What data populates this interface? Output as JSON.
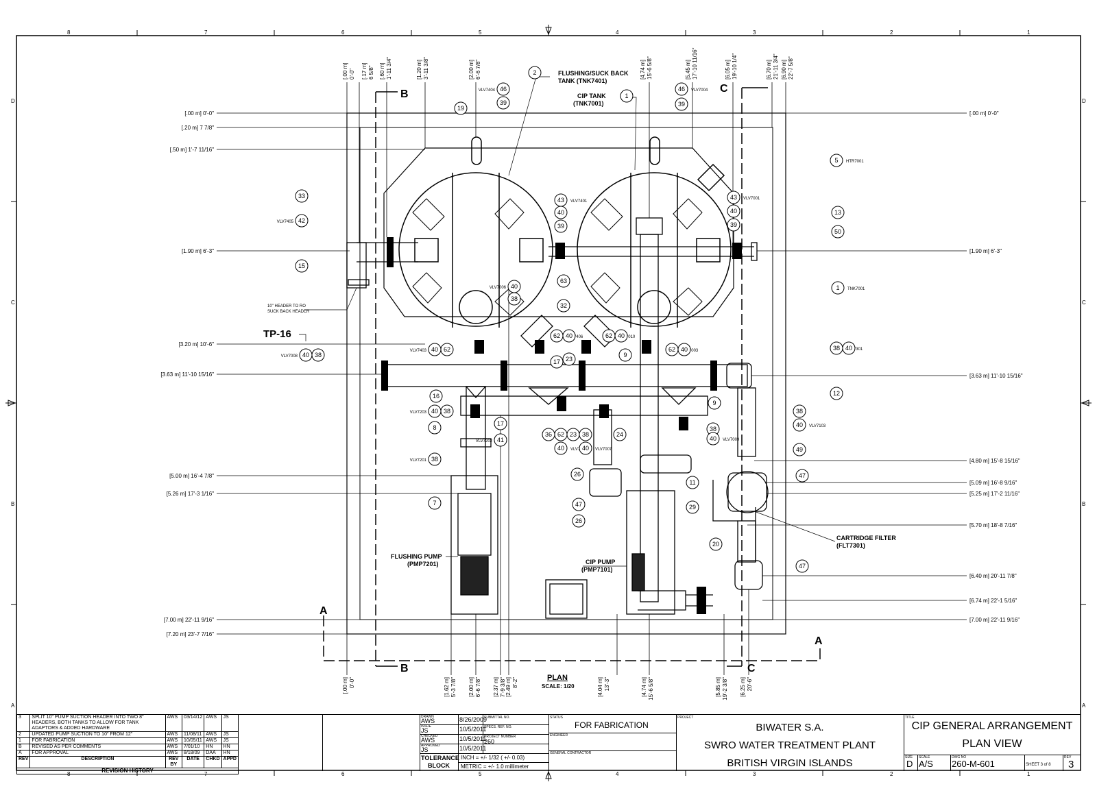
{
  "zones": {
    "cols": [
      "8",
      "7",
      "6",
      "5",
      "4",
      "3",
      "2",
      "1"
    ],
    "rows": [
      "D",
      "C",
      "B",
      "A"
    ]
  },
  "plan": {
    "title": "PLAN",
    "scale": "SCALE: 1/20",
    "tag": "TP-16"
  },
  "sections": {
    "a": "A",
    "b": "B",
    "c": "C"
  },
  "top_dims": [
    {
      "m": "[.00 m]",
      "ft": "0'-0\""
    },
    {
      "m": "[.17 m]",
      "ft": "6 5/8\""
    },
    {
      "m": "[.60 m]",
      "ft": "1'-11 3/4\""
    },
    {
      "m": "[1.20 m]",
      "ft": "3'-11 3/8\""
    },
    {
      "m": "[2.00 m]",
      "ft": "6'-6 7/8\""
    },
    {
      "m": "[4.74 m]",
      "ft": "15'-6 5/8\""
    },
    {
      "m": "[5.45 m]",
      "ft": "17'-10 11/16\""
    },
    {
      "m": "[6.05 m]",
      "ft": "19'-10 1/4\""
    },
    {
      "m": "[6.70 m]",
      "ft": "21'-11 3/4\""
    },
    {
      "m": "[6.90 m]",
      "ft": "22'-7 5/8\""
    }
  ],
  "bottom_dims": [
    {
      "m": "[.00 m]",
      "ft": "0'-0\""
    },
    {
      "m": "[1.62 m]",
      "ft": "5'-3 7/8\""
    },
    {
      "m": "[2.00 m]",
      "ft": "6'-6 7/8\""
    },
    {
      "m": "[2.37 m]",
      "ft": "7'-9 3/8\""
    },
    {
      "m": "[2.49 m]",
      "ft": "8'-2\""
    },
    {
      "m": "[4.04 m]",
      "ft": "13'-3\""
    },
    {
      "m": "[4.74 m]",
      "ft": "15'-6 5/8\""
    },
    {
      "m": "[5.85 m]",
      "ft": "19'-2 3/8\""
    },
    {
      "m": "[6.25 m]",
      "ft": "20'-6\""
    }
  ],
  "left_dims": [
    "[.00 m] 0'-0\"",
    "[.20 m] 7 7/8\"",
    "[.50 m] 1'-7 11/16\"",
    "[1.90 m] 6'-3\"",
    "[3.20 m] 10'-6\"",
    "[3.63 m] 11'-10 15/16\"",
    "[5.00 m] 16'-4 7/8\"",
    "[5.26 m] 17'-3 1/16\"",
    "[7.00 m] 22'-11 9/16\"",
    "[7.20 m] 23'-7 7/16\""
  ],
  "right_dims": [
    "[.00 m] 0'-0\"",
    "[1.90 m] 6'-3\"",
    "[3.63 m] 11'-10 15/16\"",
    "[4.80 m] 15'-8 15/16\"",
    "[5.09 m] 16'-8 9/16\"",
    "[5.25 m] 17'-2 11/16\"",
    "[5.70 m] 18'-8 7/16\"",
    "[6.40 m] 20'-11 7/8\"",
    "[6.74 m] 22'-1 5/16\"",
    "[7.00 m] 22'-11 9/16\""
  ],
  "equipment": {
    "flush_tank": "FLUSHING/SUCK BACK",
    "flush_tank_id": "TANK (TNK7401)",
    "cip_tank": "CIP TANK",
    "cip_tank_id": "(TNK7001)",
    "flush_pump": "FLUSHING PUMP",
    "flush_pump_id": "(PMP7201)",
    "cip_pump": "CIP PUMP",
    "cip_pump_id": "(PMP7101)",
    "cart_filter": "CARTRIDGE FILTER",
    "cart_filter_id": "(FLT7301)",
    "header_note_1": "10\" HEADER TO RO",
    "header_note_2": "SUCK BACK HEADER"
  },
  "callouts": [
    {
      "n": "19"
    },
    {
      "n": "2"
    },
    {
      "n": "46",
      "tag": "VLV7404"
    },
    {
      "n": "39"
    },
    {
      "n": "1"
    },
    {
      "n": "46",
      "tag": "VLV7004"
    },
    {
      "n": "39"
    },
    {
      "n": "5",
      "tag": "HTR7001"
    },
    {
      "n": "33"
    },
    {
      "n": "42",
      "tag": "VLV7405"
    },
    {
      "n": "15"
    },
    {
      "n": "43",
      "tag": "VLV7401"
    },
    {
      "n": "40"
    },
    {
      "n": "39"
    },
    {
      "n": "43",
      "tag": "VLV7001"
    },
    {
      "n": "40"
    },
    {
      "n": "39"
    },
    {
      "n": "13"
    },
    {
      "n": "50"
    },
    {
      "n": "1",
      "tag": "TNK7001"
    },
    {
      "n": "63"
    },
    {
      "n": "32"
    },
    {
      "n": "40",
      "tag": "VLV7006"
    },
    {
      "n": "38"
    },
    {
      "n": "40",
      "tag": "VLV7403"
    },
    {
      "n": "62"
    },
    {
      "n": "40",
      "tag": "VLV7008"
    },
    {
      "n": "38"
    },
    {
      "n": "62",
      "tag": "VLV7406"
    },
    {
      "n": "40"
    },
    {
      "n": "62",
      "tag": "VLV7010"
    },
    {
      "n": "40"
    },
    {
      "n": "62",
      "tag": "VLV7003"
    },
    {
      "n": "40"
    },
    {
      "n": "38",
      "tag": "VLV7301"
    },
    {
      "n": "40"
    },
    {
      "n": "17"
    },
    {
      "n": "23"
    },
    {
      "n": "9"
    },
    {
      "n": "16"
    },
    {
      "n": "12"
    },
    {
      "n": "9"
    },
    {
      "n": "40",
      "tag": "VLV7203"
    },
    {
      "n": "38"
    },
    {
      "n": "8"
    },
    {
      "n": "17"
    },
    {
      "n": "41",
      "tag": "VLV7202"
    },
    {
      "n": "36"
    },
    {
      "n": "62"
    },
    {
      "n": "23"
    },
    {
      "n": "38"
    },
    {
      "n": "24"
    },
    {
      "n": "40",
      "tag": "VLV7005"
    },
    {
      "n": "40",
      "tag": "VLV7007"
    },
    {
      "n": "38"
    },
    {
      "n": "40",
      "tag": "VLV7103"
    },
    {
      "n": "38"
    },
    {
      "n": "40",
      "tag": "VLV7009"
    },
    {
      "n": "49"
    },
    {
      "n": "38",
      "tag": "VLV7201"
    },
    {
      "n": "26"
    },
    {
      "n": "47"
    },
    {
      "n": "11"
    },
    {
      "n": "7"
    },
    {
      "n": "47"
    },
    {
      "n": "29"
    },
    {
      "n": "26"
    },
    {
      "n": "20"
    },
    {
      "n": "47"
    }
  ],
  "revisions": {
    "headers": [
      "REV",
      "DESCRIPTION",
      "REV BY",
      "DATE",
      "CHKD",
      "APPD"
    ],
    "rows": [
      [
        "3",
        "SPLIT 10\" PUMP SUCTION HEADER INTO TWO 8\" HEADERS, BOTH TANKS TO ALLOW FOR TANK ADAPTORS & ADDED HARDWARE",
        "AWS",
        "03/14/12",
        "AWS",
        "JS"
      ],
      [
        "2",
        "UPDATED PUMP SUCTION TO 10\" FROM 12\"",
        "AWS",
        "11/08/11",
        "AWS",
        "JS"
      ],
      [
        "1",
        "FOR FABRICATION",
        "AWS",
        "10/05/11",
        "AWS",
        "JS"
      ],
      [
        "B",
        "REVISED AS PER COMMENTS",
        "AWS",
        "7/01/10",
        "HN",
        "HN"
      ],
      [
        "A",
        "FOR APPROVAL",
        "AWS",
        "8/18/09",
        "DAA",
        "HN"
      ]
    ],
    "title": "REVISION HISTORY"
  },
  "title_block": {
    "drawn_lbl": "DRAWN",
    "drawn": "AWS",
    "drawn_date": "8/26/2009",
    "issued_lbl": "ISSUE",
    "issued": "JS",
    "issued_date": "10/5/2011",
    "checked_lbl": "CHECKED",
    "checked": "AWS",
    "checked_date": "10/5/2011",
    "approved_lbl": "APPROVED",
    "approved": "JS",
    "approved_date": "10/5/2011",
    "submittal_lbl": "SUBMITTAL NO.",
    "specs_lbl": "SPECS. REF. NO.",
    "project_lbl": "PROJECT NUMBER",
    "project_no": "260",
    "tolerance_1": "TOLERANCE",
    "tolerance_2": "BLOCK",
    "tol_inch": "INCH = +/- 1/32 ( +/- 0.03)",
    "tol_metric": "METRIC = +/- 1.0 millimeter",
    "status_lbl": "STATUS",
    "status": "FOR FABRICATION",
    "engineer_lbl": "ENGINEER",
    "contractor_lbl": "GENERAL CONTRACTOR",
    "project_hdr": "PROJECT",
    "company": "BIWATER S.A.",
    "project": "SWRO WATER TREATMENT PLANT",
    "location": "BRITISH VIRGIN ISLANDS",
    "title_hdr": "TITLE",
    "title_1": "CIP GENERAL ARRANGEMENT",
    "title_2": "PLAN VIEW",
    "size_lbl": "SIZE",
    "size": "D",
    "scale_lbl": "SCALE",
    "scale": "A/S",
    "dwg_lbl": "DWG NO",
    "dwg": "260-M-601",
    "sheet": "SHEET 3  of 8",
    "rev_lbl": "REV",
    "rev": "3"
  }
}
